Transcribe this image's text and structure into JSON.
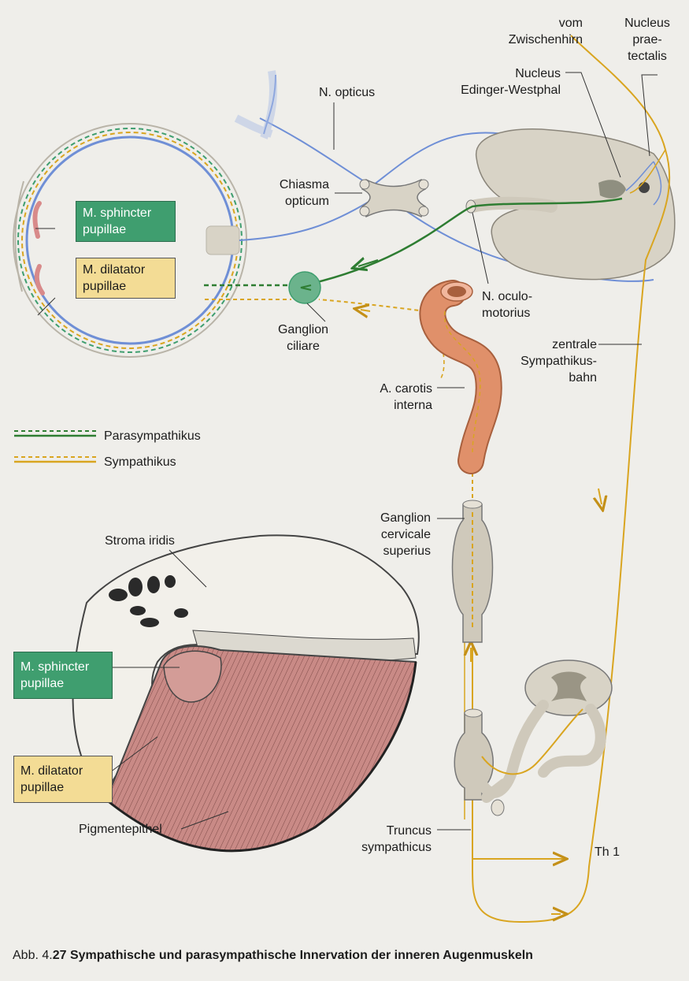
{
  "labels": {
    "vom_zwischenhirn": [
      "vom",
      "Zwischenhirn"
    ],
    "nucleus_praetectalis": [
      "Nucleus",
      "prae-",
      "tectalis"
    ],
    "nucleus_edinger": [
      "Nucleus",
      "Edinger-Westphal"
    ],
    "n_opticus": "N. opticus",
    "chiasma": [
      "Chiasma",
      "opticum"
    ],
    "m_sphincter_top": [
      "M. sphincter",
      "pupillae"
    ],
    "m_dilatator_top": [
      "M. dilatator",
      "pupillae"
    ],
    "ganglion_ciliare": [
      "Ganglion",
      "ciliare"
    ],
    "n_oculomotorius": [
      "N. oculo-",
      "motorius"
    ],
    "zentrale_bahn": [
      "zentrale",
      "Sympathikus-",
      "bahn"
    ],
    "a_carotis": [
      "A. carotis",
      "interna"
    ],
    "ganglion_cervicale": [
      "Ganglion",
      "cervicale",
      "superius"
    ],
    "stroma_iridis": "Stroma iridis",
    "m_sphincter_bottom": [
      "M. sphincter",
      "pupillae"
    ],
    "m_dilatator_bottom": [
      "M. dilatator",
      "pupillae"
    ],
    "pigmentepithel": "Pigmentepithel",
    "truncus": [
      "Truncus",
      "sympathicus"
    ],
    "th1": "Th 1"
  },
  "legend": {
    "parasympathikus": "Parasympathikus",
    "sympathikus": "Sympathikus"
  },
  "caption": {
    "prefix": "Abb. 4.",
    "number": "27",
    "title": "Sympathische und parasympathische Innervation der inneren Augenmuskeln"
  },
  "colors": {
    "parasympathikus": "#2e7d32",
    "sympathikus": "#d9a520",
    "opticus": "#6f8fd6",
    "muscle": "#c98a86",
    "artery": "#e0906a",
    "brainstem": "#d8d3c6",
    "sphincter_box": "#3f9e6f",
    "dilatator_box": "#f3dc95"
  }
}
